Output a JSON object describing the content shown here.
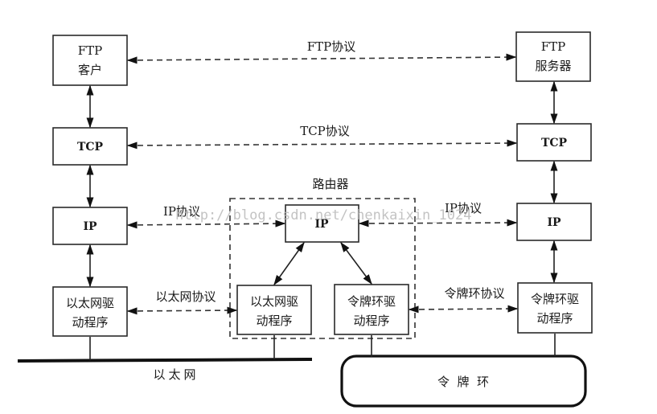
{
  "diagram": {
    "nodes": {
      "ftp_client": [
        "FTP",
        "客户"
      ],
      "ftp_server": [
        "FTP",
        "服务器"
      ],
      "tcp_left": [
        "TCP"
      ],
      "tcp_right": [
        "TCP"
      ],
      "ip_left": [
        "IP"
      ],
      "ip_router": [
        "IP"
      ],
      "ip_right": [
        "IP"
      ],
      "eth_driver_left": [
        "以太网驱",
        "动程序"
      ],
      "eth_driver_router": [
        "以太网驱",
        "动程序"
      ],
      "tr_driver_router": [
        "令牌环驱",
        "动程序"
      ],
      "tr_driver_right": [
        "令牌环驱",
        "动程序"
      ]
    },
    "protocols": {
      "ftp": "FTP协议",
      "tcp": "TCP协议",
      "ip_left": "IP协议",
      "ip_right": "IP协议",
      "ethernet": "以太网协议",
      "token_ring": "令牌环协议"
    },
    "router_label": "路由器",
    "ethernet_bus_label": "以太网",
    "token_ring_label": "令  牌  环",
    "watermark": "http://blog.csdn.net/chenkaixin_1024"
  }
}
